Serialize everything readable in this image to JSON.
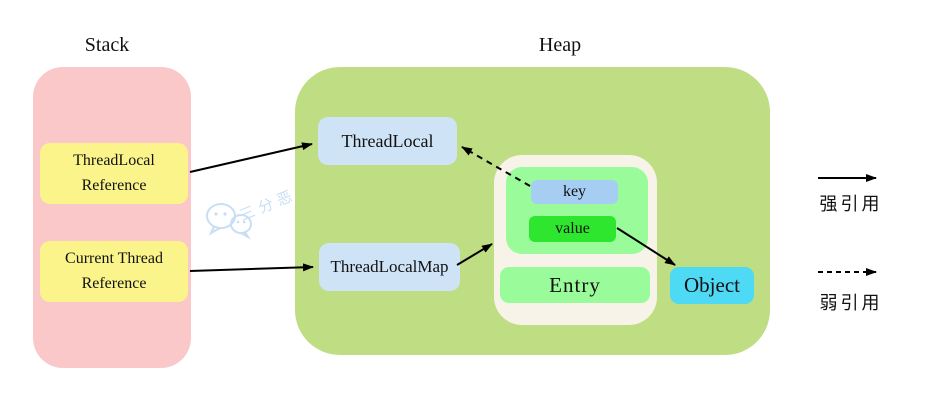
{
  "titles": {
    "stack": "Stack",
    "heap": "Heap"
  },
  "stack": {
    "items": [
      {
        "label": "ThreadLocal Reference"
      },
      {
        "label": "Current Thread Reference"
      }
    ]
  },
  "heap": {
    "threadlocal": {
      "label": "ThreadLocal"
    },
    "threadlocalmap": {
      "label": "ThreadLocalMap"
    },
    "entry_group": {
      "key": {
        "label": "key"
      },
      "value": {
        "label": "value"
      }
    },
    "entry": {
      "label": "Entry"
    },
    "object": {
      "label": "Object"
    }
  },
  "legend": {
    "strong": {
      "label": "强引用",
      "style": "solid-arrow"
    },
    "weak": {
      "label": "弱引用",
      "style": "dashed-arrow"
    }
  },
  "watermark": {
    "text": "三分恶",
    "icon": "wechat-icon"
  },
  "colors": {
    "stack_bg": "#FAC8C8",
    "reference_bg": "#FBF48B",
    "heap_bg": "#BFDD82",
    "node_blue": "#CFE3F7",
    "entry_container_bg": "#F8F3E8",
    "entry_group_bg": "#9AFB9A",
    "key_bg": "#A6CDF2",
    "value_bg": "#2FE62F",
    "entry_bg": "#9AFB9A",
    "object_bg": "#4ED9F4",
    "arrow": "#000000",
    "watermark": "#C9DEF5"
  }
}
